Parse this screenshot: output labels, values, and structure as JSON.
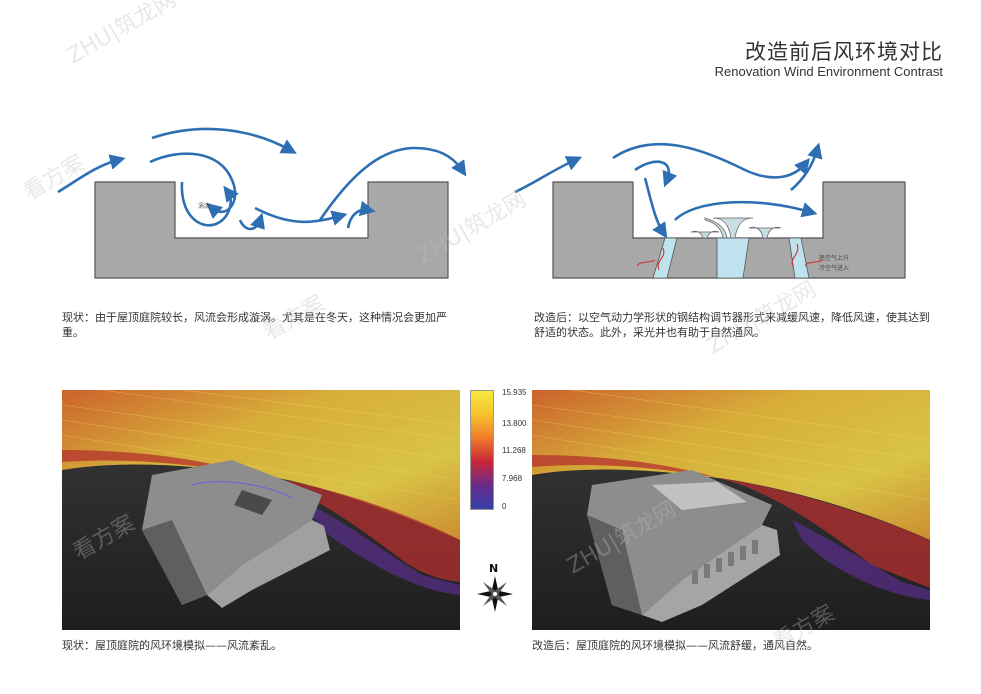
{
  "header": {
    "title_cn": "改造前后风环境对比",
    "title_en": "Renovation Wind Environment Contrast"
  },
  "diagram_before": {
    "vortex_label": "涡流"
  },
  "diagram_after": {
    "hot_air_label": "热空气上升",
    "cold_air_label": "冷空气进入"
  },
  "captions": {
    "before_diagram": "现状：由于屋顶庭院较长，风流会形成漩涡。尤其是在冬天，这种情况会更加严重。",
    "after_diagram": "改造后：以空气动力学形状的钢结构调节器形式来减缓风速，降低风速，使其达到舒适的状态。此外，采光井也有助于自然通风。",
    "before_sim": "现状：屋顶庭院的风环境模拟——风流紊乱。",
    "after_sim": "改造后：屋顶庭院的风环境模拟——风流舒缓，通风自然。"
  },
  "legend": {
    "values": [
      "15.935",
      "13.800",
      "11.268",
      "7.968",
      "0"
    ],
    "colors": [
      "#f7e840",
      "#ee7a2a",
      "#c92639",
      "#6a2b8c",
      "#3341a8"
    ]
  },
  "compass": {
    "label": "N"
  },
  "watermarks": [
    "看方案",
    "ZHU|筑龙网"
  ],
  "colors": {
    "arrow": "#2e6fb3",
    "building": "#a8a8a8",
    "building_stroke": "#555555"
  }
}
